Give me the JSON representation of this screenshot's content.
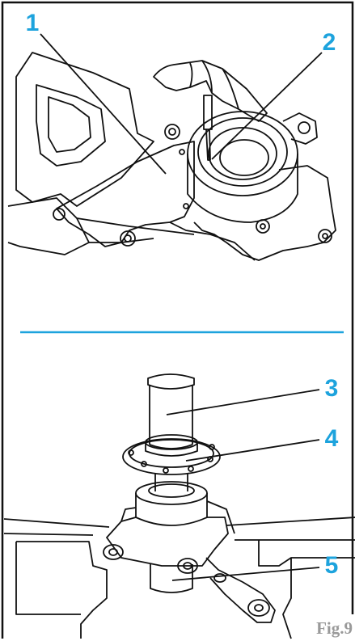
{
  "figure_label": "Fig.9",
  "callouts": [
    "1",
    "2",
    "3",
    "4",
    "5"
  ],
  "colors": {
    "callout": "#1da3dd",
    "divider": "#1da3dd",
    "linework": "#111111",
    "border": "#111111",
    "fig_label": "#9a9a9a"
  }
}
